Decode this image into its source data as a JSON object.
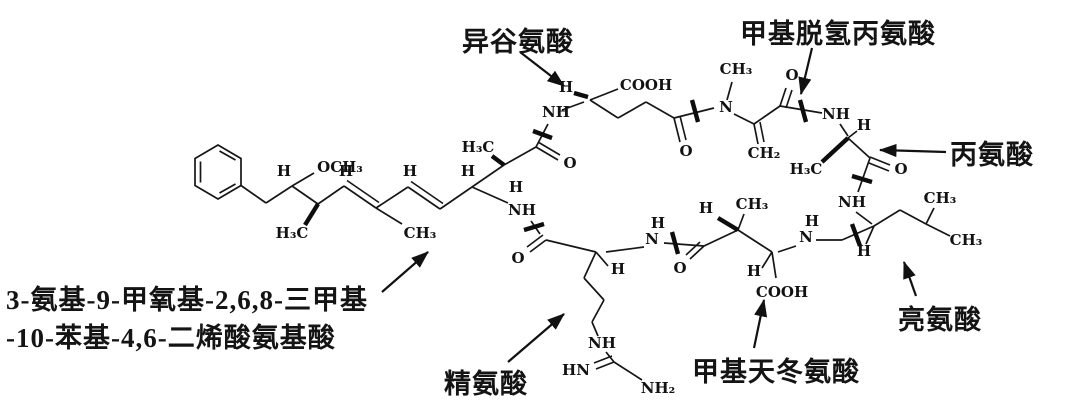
{
  "figure": {
    "description_labels": {
      "iso_glutamic_acid": "异谷氨酸",
      "methyl_dehydroalanine": "甲基脱氢丙氨酸",
      "alanine": "丙氨酸",
      "adda_line1": "3-氨基-9-甲氧基-2,6,8-三甲基",
      "adda_line2": "-10-苯基-4,6-二烯酸氨基酸",
      "arginine": "精氨酸",
      "methyl_aspartic_acid": "甲基天冬氨酸",
      "leucine": "亮氨酸"
    },
    "atoms": {
      "h_c9": "H",
      "och3": "OCH₃",
      "h3c_c8": "H₃C",
      "h_c7": "H",
      "ch3_c6": "CH₃",
      "h_c5": "H",
      "h_c3": "H",
      "h3c_c2": "H₃C",
      "h_c2": "H",
      "nh_glu": "NH",
      "h_glu": "H",
      "cooh_glu": "COOH",
      "o_adda": "O",
      "o_glu": "O",
      "nch3_mdha": "CH₃",
      "n_mdha": "N",
      "ch2_mdha": "CH₂",
      "o_mdha": "O",
      "nh_ala": "NH",
      "h_ala": "H",
      "h3c_ala": "H₃C",
      "o_ala": "O",
      "nh_leu": "NH",
      "h_leu": "H",
      "ch3_leu_top": "CH₃",
      "ch3_leu_right": "CH₃",
      "n_measp": "N",
      "h_n_measp": "H",
      "ch3_measp": "CH₃",
      "h_measp_beta": "H",
      "h_measp_alpha": "H",
      "cooh_measp": "COOH",
      "o_measp": "O",
      "n_arg": "N",
      "h_n_arg": "H",
      "h_arg": "H",
      "o_arg": "O",
      "nh_adda": "NH",
      "nh_arg_side": "NH",
      "hn_guan": "HN",
      "nh2_guan": "NH₂"
    }
  }
}
